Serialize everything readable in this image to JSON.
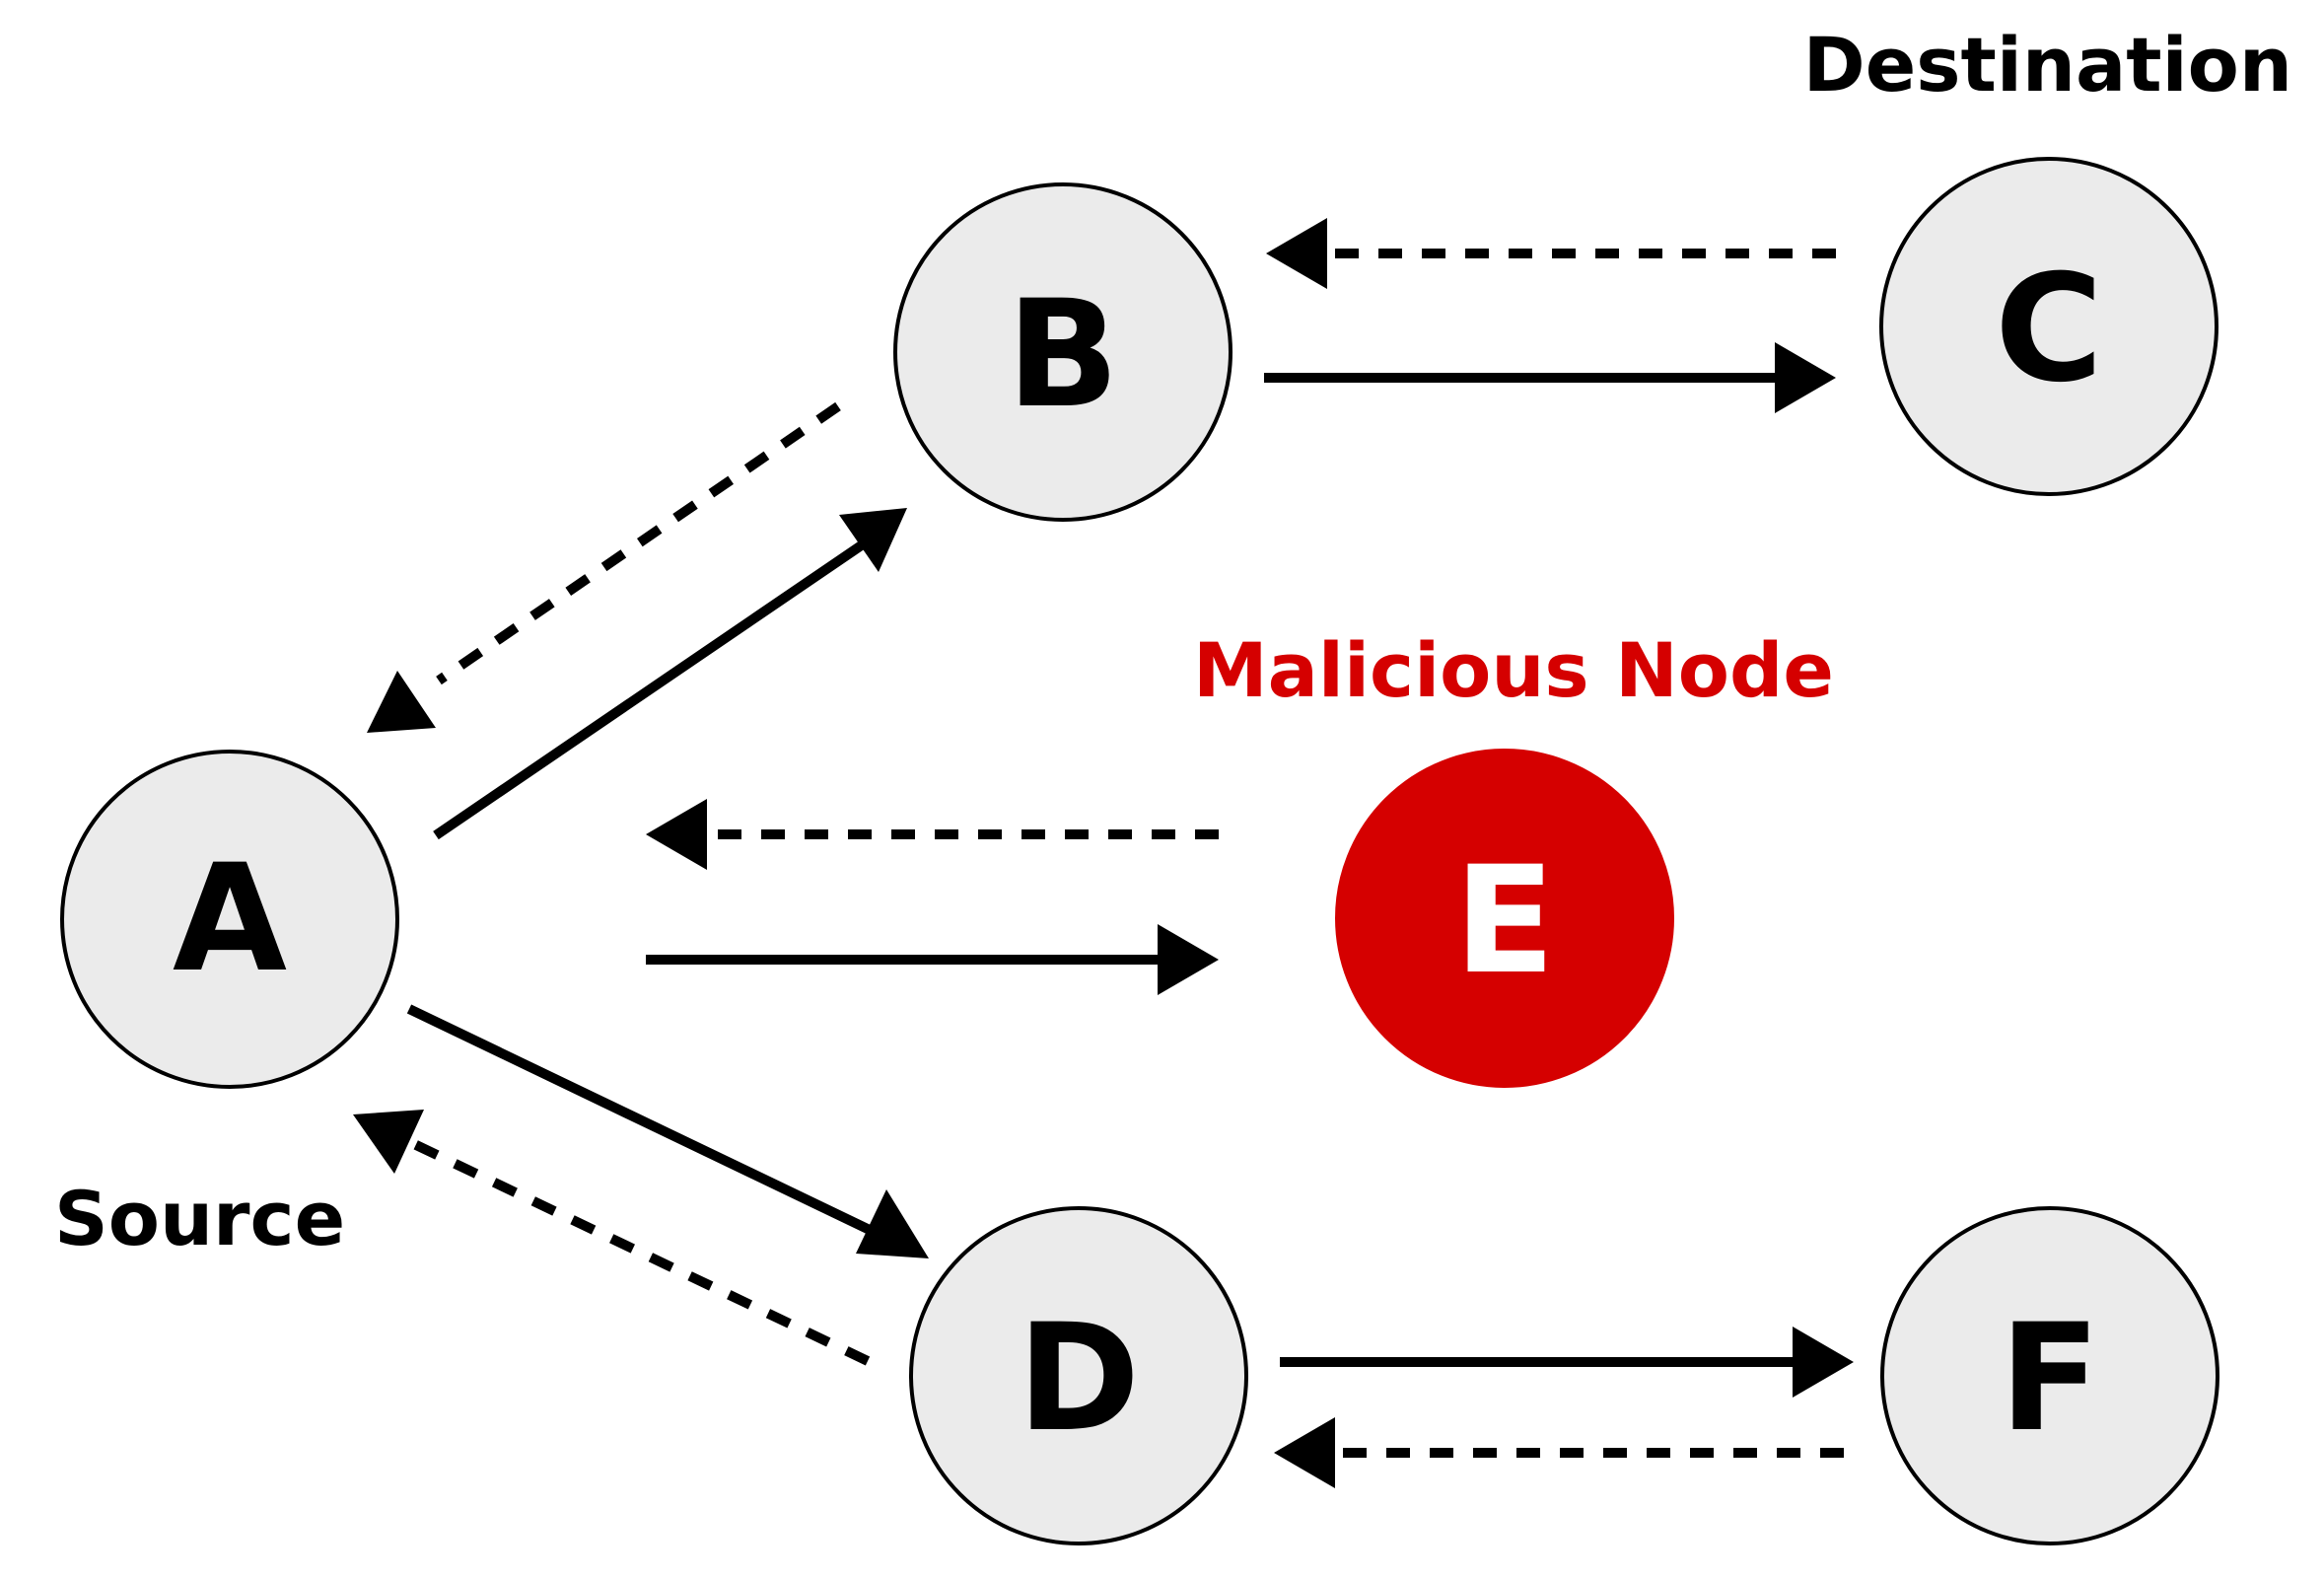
{
  "nodes": {
    "A": {
      "label": "A"
    },
    "B": {
      "label": "B"
    },
    "C": {
      "label": "C"
    },
    "D": {
      "label": "D"
    },
    "E": {
      "label": "E",
      "malicious": true
    },
    "F": {
      "label": "F"
    }
  },
  "captions": {
    "source": "Source",
    "destination": "Destination",
    "malicious": "Malicious Node"
  },
  "colors": {
    "node_fill": "#ebebeb",
    "malicious_fill": "#d50000",
    "malicious_text": "#d50000",
    "line": "#000000"
  },
  "edges": [
    {
      "from": "A",
      "to": "B",
      "style": "solid"
    },
    {
      "from": "B",
      "to": "A",
      "style": "dashed"
    },
    {
      "from": "B",
      "to": "C",
      "style": "solid"
    },
    {
      "from": "C",
      "to": "B",
      "style": "dashed"
    },
    {
      "from": "A",
      "to": "E",
      "style": "solid"
    },
    {
      "from": "E",
      "to": "A",
      "style": "dashed"
    },
    {
      "from": "A",
      "to": "D",
      "style": "solid"
    },
    {
      "from": "D",
      "to": "A",
      "style": "dashed"
    },
    {
      "from": "D",
      "to": "F",
      "style": "solid"
    },
    {
      "from": "F",
      "to": "D",
      "style": "dashed"
    }
  ]
}
